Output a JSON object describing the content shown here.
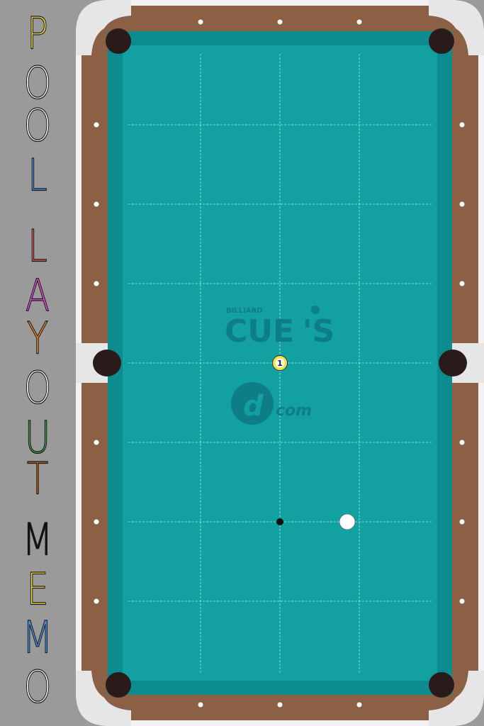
{
  "sidebar": {
    "title_letters": [
      {
        "char": "P",
        "color": "#f3e53a"
      },
      {
        "char": "O",
        "color": "#ffffff"
      },
      {
        "char": "O",
        "color": "#ffffff"
      },
      {
        "char": "L",
        "color": "#4a8fe0"
      },
      {
        "char": "L",
        "color": "#e05a5a"
      },
      {
        "char": "A",
        "color": "#e24ad8"
      },
      {
        "char": "Y",
        "color": "#f08a28"
      },
      {
        "char": "O",
        "color": "#ffffff"
      },
      {
        "char": "U",
        "color": "#3a9a4e"
      },
      {
        "char": "T",
        "color": "#c05a1a"
      },
      {
        "char": "M",
        "color": "#111111"
      },
      {
        "char": "E",
        "color": "#f3e53a"
      },
      {
        "char": "M",
        "color": "#4a8fe0"
      },
      {
        "char": "O",
        "color": "#ffffff"
      }
    ]
  },
  "table": {
    "colors": {
      "felt": "#13a0a0",
      "felt_dark": "#0c8c8e",
      "rail": "#8b6044",
      "corner": "#e6e6e6",
      "pocket": "#2a1a1a",
      "grid": "#e8ffff"
    },
    "logo": {
      "small": "BILLIARD",
      "big": "CUE",
      "big_suffix": "'S",
      "com": "com",
      "d_letter": "d"
    },
    "object_ball": {
      "number": "1",
      "color": "#f4e24a"
    },
    "cue_ball": {
      "color": "#ffffff"
    },
    "marker": {
      "color": "#111111"
    }
  }
}
